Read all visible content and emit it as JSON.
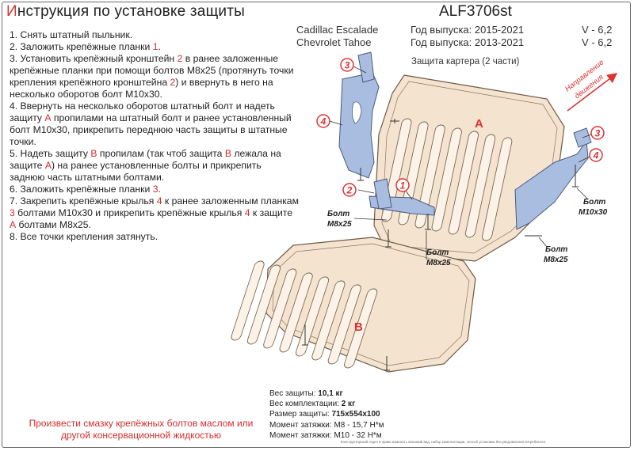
{
  "header": {
    "title_first": "И",
    "title_rest": "нструкция по установке защиты",
    "code": "ALF3706st"
  },
  "vehicles": [
    {
      "model": "Cadillac Escalade",
      "years": "Год выпуска: 2015-2021",
      "engine": "V - 6,2"
    },
    {
      "model": "Chevrolet Tahoe",
      "years": "Год выпуска: 2013-2021",
      "engine": "V - 6,2"
    }
  ],
  "diagram": {
    "subtitle": "Защита картера (2 части)",
    "direction_label_1": "Направление",
    "direction_label_2": "движения",
    "part_a": "A",
    "part_b": "B",
    "bolt_word": "Болт",
    "bolt_m8": "M8x25",
    "bolt_m10": "M10x30",
    "callouts": [
      "1",
      "2",
      "3",
      "3",
      "4",
      "4"
    ],
    "colors": {
      "plate": "#f4e3cf",
      "plate_stroke": "#6e5a48",
      "bracket": "#a9bde0",
      "callout": "#d33"
    }
  },
  "steps": {
    "s1": "1. Снять штатный пыльник.",
    "s2_a": "2. Заложить крепёжные планки ",
    "s2_r": "1",
    "s2_b": ".",
    "s3_a": "3. Установить крепёжный кронштейн ",
    "s3_r1": "2",
    "s3_b": " в ранее заложенные крепёжные планки при помощи болтов М8х25 (протянуть точки крепления крепёжного кронштейна ",
    "s3_r2": "2",
    "s3_c": ") и ввернуть в него на несколько оборотов болт М10х30.",
    "s4_a": "4. Ввернуть на несколько оборотов штатный болт и надеть защиту ",
    "s4_r": "А",
    "s4_b": " пропилами на штатный болт и ранее установленный болт М10х30, прикрепить переднюю часть защиты в штатные точки.",
    "s5_a": "5. Надеть защиту ",
    "s5_r1": "В",
    "s5_b": " пропилам (так чтоб защита ",
    "s5_r2": "В",
    "s5_c": " лежала на защите ",
    "s5_r3": "А",
    "s5_d": ") на ранее установленные болты и прикрепить заднюю часть штатными болтами.",
    "s6_a": "6. Заложить крепёжные планки ",
    "s6_r": "3",
    "s6_b": ".",
    "s7_a": "7. Закрепить крепёжные крылья ",
    "s7_r1": "4",
    "s7_b": " к ранее заложенным планкам ",
    "s7_r2": "3",
    "s7_c": " болтами М10х30 и прикрепить крепёжные крылья ",
    "s7_r3": "4",
    "s7_d": " к защите ",
    "s7_r4": "А",
    "s7_e": " болтами М8х25.",
    "s8": "8. Все точки крепления затянуть."
  },
  "footnote": "Произвести смазку крепёжных болтов маслом или другой консервационной жидкостью",
  "specs": {
    "weight_label": "Вес защиты: ",
    "weight_value": "10,1 кг",
    "kit_label": "Вес комплектации: ",
    "kit_value": "2 кг",
    "size_label": "Размер защиты: ",
    "size_value": "715x554x100",
    "torque1": "Момент затяжки: M8 - 15,7 Н*м",
    "torque2": "Момент затяжки: M10 - 32 Н*м"
  },
  "disclaimer": "Конструкторский отдел в праве изменить внешний вид, набор комплектации, способ установки без уведомления потребителя."
}
